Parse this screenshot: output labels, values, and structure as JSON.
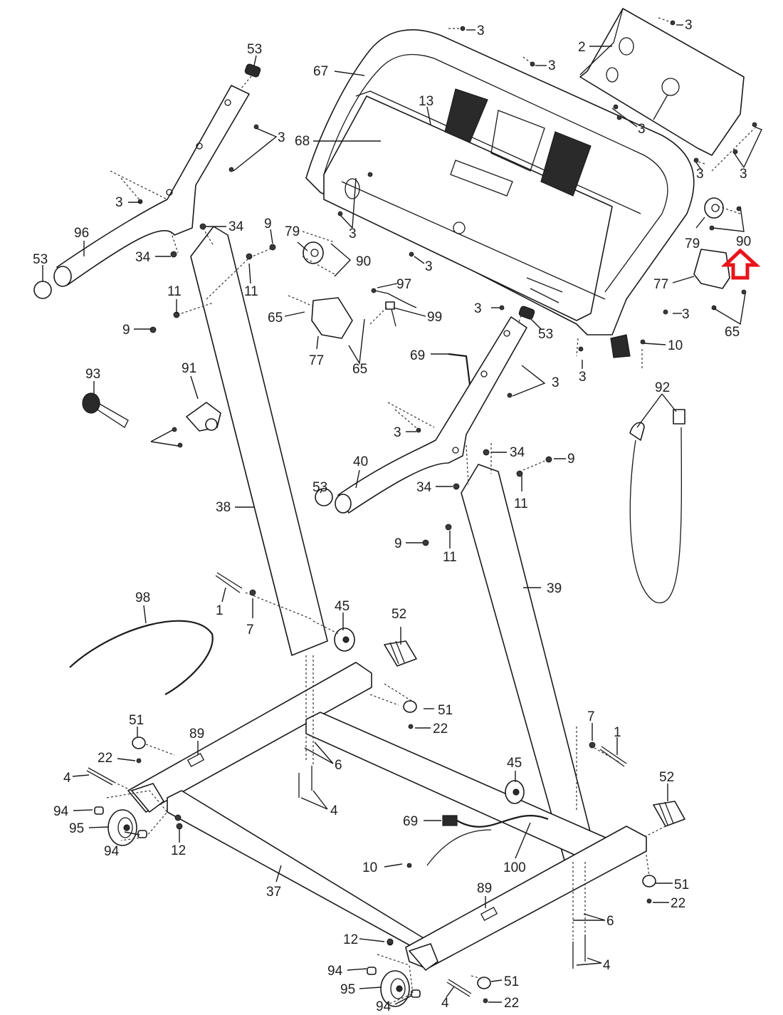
{
  "diagram": {
    "title": "Treadmill upright and console exploded parts diagram",
    "highlight": {
      "part": "90",
      "indicator": "red-up-arrow",
      "color": "#e8141b"
    },
    "labels": [
      {
        "id": "l3a",
        "text": "3"
      },
      {
        "id": "l3b",
        "text": "3"
      },
      {
        "id": "l2",
        "text": "2"
      },
      {
        "id": "l53a",
        "text": "53"
      },
      {
        "id": "l67",
        "text": "67"
      },
      {
        "id": "l3c",
        "text": "3"
      },
      {
        "id": "l13",
        "text": "13"
      },
      {
        "id": "l3d",
        "text": "3"
      },
      {
        "id": "l68",
        "text": "68"
      },
      {
        "id": "l3e",
        "text": "3"
      },
      {
        "id": "l3f",
        "text": "3"
      },
      {
        "id": "l3g",
        "text": "3"
      },
      {
        "id": "l3h",
        "text": "3"
      },
      {
        "id": "l3i",
        "text": "3"
      },
      {
        "id": "l96",
        "text": "96"
      },
      {
        "id": "l34a",
        "text": "34"
      },
      {
        "id": "l9a",
        "text": "9"
      },
      {
        "id": "l79a",
        "text": "79"
      },
      {
        "id": "l53b",
        "text": "53"
      },
      {
        "id": "l34b",
        "text": "34"
      },
      {
        "id": "l11a",
        "text": "11"
      },
      {
        "id": "l90a",
        "text": "90"
      },
      {
        "id": "l3j",
        "text": "3"
      },
      {
        "id": "l79b",
        "text": "79"
      },
      {
        "id": "l90b",
        "text": "90"
      },
      {
        "id": "l77a",
        "text": "77"
      },
      {
        "id": "l97",
        "text": "97"
      },
      {
        "id": "l11b",
        "text": "11"
      },
      {
        "id": "l9b",
        "text": "9"
      },
      {
        "id": "l65a",
        "text": "65"
      },
      {
        "id": "l99",
        "text": "99"
      },
      {
        "id": "l3k",
        "text": "3"
      },
      {
        "id": "l53c",
        "text": "53"
      },
      {
        "id": "l3l",
        "text": "3"
      },
      {
        "id": "l65b",
        "text": "65"
      },
      {
        "id": "l10a",
        "text": "10"
      },
      {
        "id": "l77b",
        "text": "77"
      },
      {
        "id": "l65c",
        "text": "65"
      },
      {
        "id": "l69a",
        "text": "69"
      },
      {
        "id": "l3m",
        "text": "3"
      },
      {
        "id": "l93",
        "text": "93"
      },
      {
        "id": "l91",
        "text": "91"
      },
      {
        "id": "l92",
        "text": "92"
      },
      {
        "id": "l3n",
        "text": "3"
      },
      {
        "id": "l3o",
        "text": "3"
      },
      {
        "id": "l34c",
        "text": "34"
      },
      {
        "id": "l9c",
        "text": "9"
      },
      {
        "id": "l40",
        "text": "40"
      },
      {
        "id": "l34d",
        "text": "34"
      },
      {
        "id": "l11c",
        "text": "11"
      },
      {
        "id": "l53d",
        "text": "53"
      },
      {
        "id": "l38",
        "text": "38"
      },
      {
        "id": "l9d",
        "text": "9"
      },
      {
        "id": "l11d",
        "text": "11"
      },
      {
        "id": "l39",
        "text": "39"
      },
      {
        "id": "l98",
        "text": "98"
      },
      {
        "id": "l1a",
        "text": "1"
      },
      {
        "id": "l7a",
        "text": "7"
      },
      {
        "id": "l45a",
        "text": "45"
      },
      {
        "id": "l52a",
        "text": "52"
      },
      {
        "id": "l51a",
        "text": "51"
      },
      {
        "id": "l22a",
        "text": "22"
      },
      {
        "id": "l51b",
        "text": "51"
      },
      {
        "id": "l89a",
        "text": "89"
      },
      {
        "id": "l7b",
        "text": "7"
      },
      {
        "id": "l1b",
        "text": "1"
      },
      {
        "id": "l22b",
        "text": "22"
      },
      {
        "id": "l6a",
        "text": "6"
      },
      {
        "id": "l4a",
        "text": "4"
      },
      {
        "id": "l45b",
        "text": "45"
      },
      {
        "id": "l52b",
        "text": "52"
      },
      {
        "id": "l4b",
        "text": "4"
      },
      {
        "id": "l94a",
        "text": "94"
      },
      {
        "id": "l95a",
        "text": "95"
      },
      {
        "id": "l69b",
        "text": "69"
      },
      {
        "id": "l94b",
        "text": "94"
      },
      {
        "id": "l12a",
        "text": "12"
      },
      {
        "id": "l10b",
        "text": "10"
      },
      {
        "id": "l100",
        "text": "100"
      },
      {
        "id": "l37",
        "text": "37"
      },
      {
        "id": "l51c",
        "text": "51"
      },
      {
        "id": "l22c",
        "text": "22"
      },
      {
        "id": "l89b",
        "text": "89"
      },
      {
        "id": "l6b",
        "text": "6"
      },
      {
        "id": "l12b",
        "text": "12"
      },
      {
        "id": "l4c",
        "text": "4"
      },
      {
        "id": "l94c",
        "text": "94"
      },
      {
        "id": "l95b",
        "text": "95"
      },
      {
        "id": "l51d",
        "text": "51"
      },
      {
        "id": "l4d",
        "text": "4"
      },
      {
        "id": "l94d",
        "text": "94"
      },
      {
        "id": "l22d",
        "text": "22"
      }
    ]
  }
}
